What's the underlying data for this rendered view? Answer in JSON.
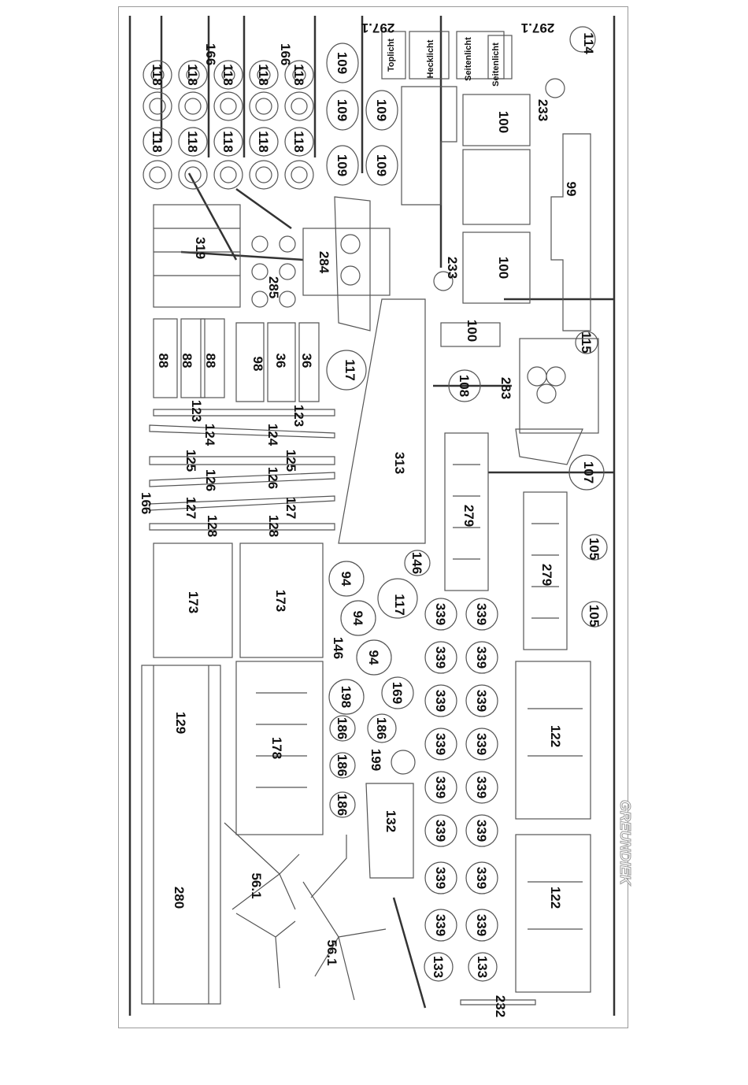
{
  "sheet": {
    "brand": "GREUNDIEK",
    "colors": {
      "outline": "#555555",
      "sprue": "#333333",
      "frame": "#9a9a9a",
      "text": "#111111"
    }
  },
  "parts": {
    "p166a": "166",
    "p166b": "166",
    "p166c": "166",
    "p2971a": "297.1",
    "p2971b": "297.1",
    "p114": "114",
    "topl": "Toplicht",
    "heck": "Hecklicht",
    "seit1": "Seitenlicht",
    "seit2": "Seitenlicht",
    "p118": "118",
    "p109": "109",
    "p100": "100",
    "p233": "233",
    "p99": "99",
    "p319": "319",
    "p284": "284",
    "p285": "285",
    "p88": "88",
    "p98": "98",
    "p36": "36",
    "p117": "117",
    "p115": "115",
    "p108": "108",
    "p283": "283",
    "p123": "123",
    "p124": "124",
    "p125": "125",
    "p126": "126",
    "p127": "127",
    "p128": "128",
    "p313": "313",
    "p107": "107",
    "p279": "279",
    "p105": "105",
    "p173": "173",
    "p94": "94",
    "p146": "146",
    "p339": "339",
    "p198": "198",
    "p169": "169",
    "p186": "186",
    "p199": "199",
    "p178": "178",
    "p129": "129",
    "p122": "122",
    "p132": "132",
    "p561": "56.1",
    "p280": "280",
    "p133": "133",
    "p232": "232"
  }
}
